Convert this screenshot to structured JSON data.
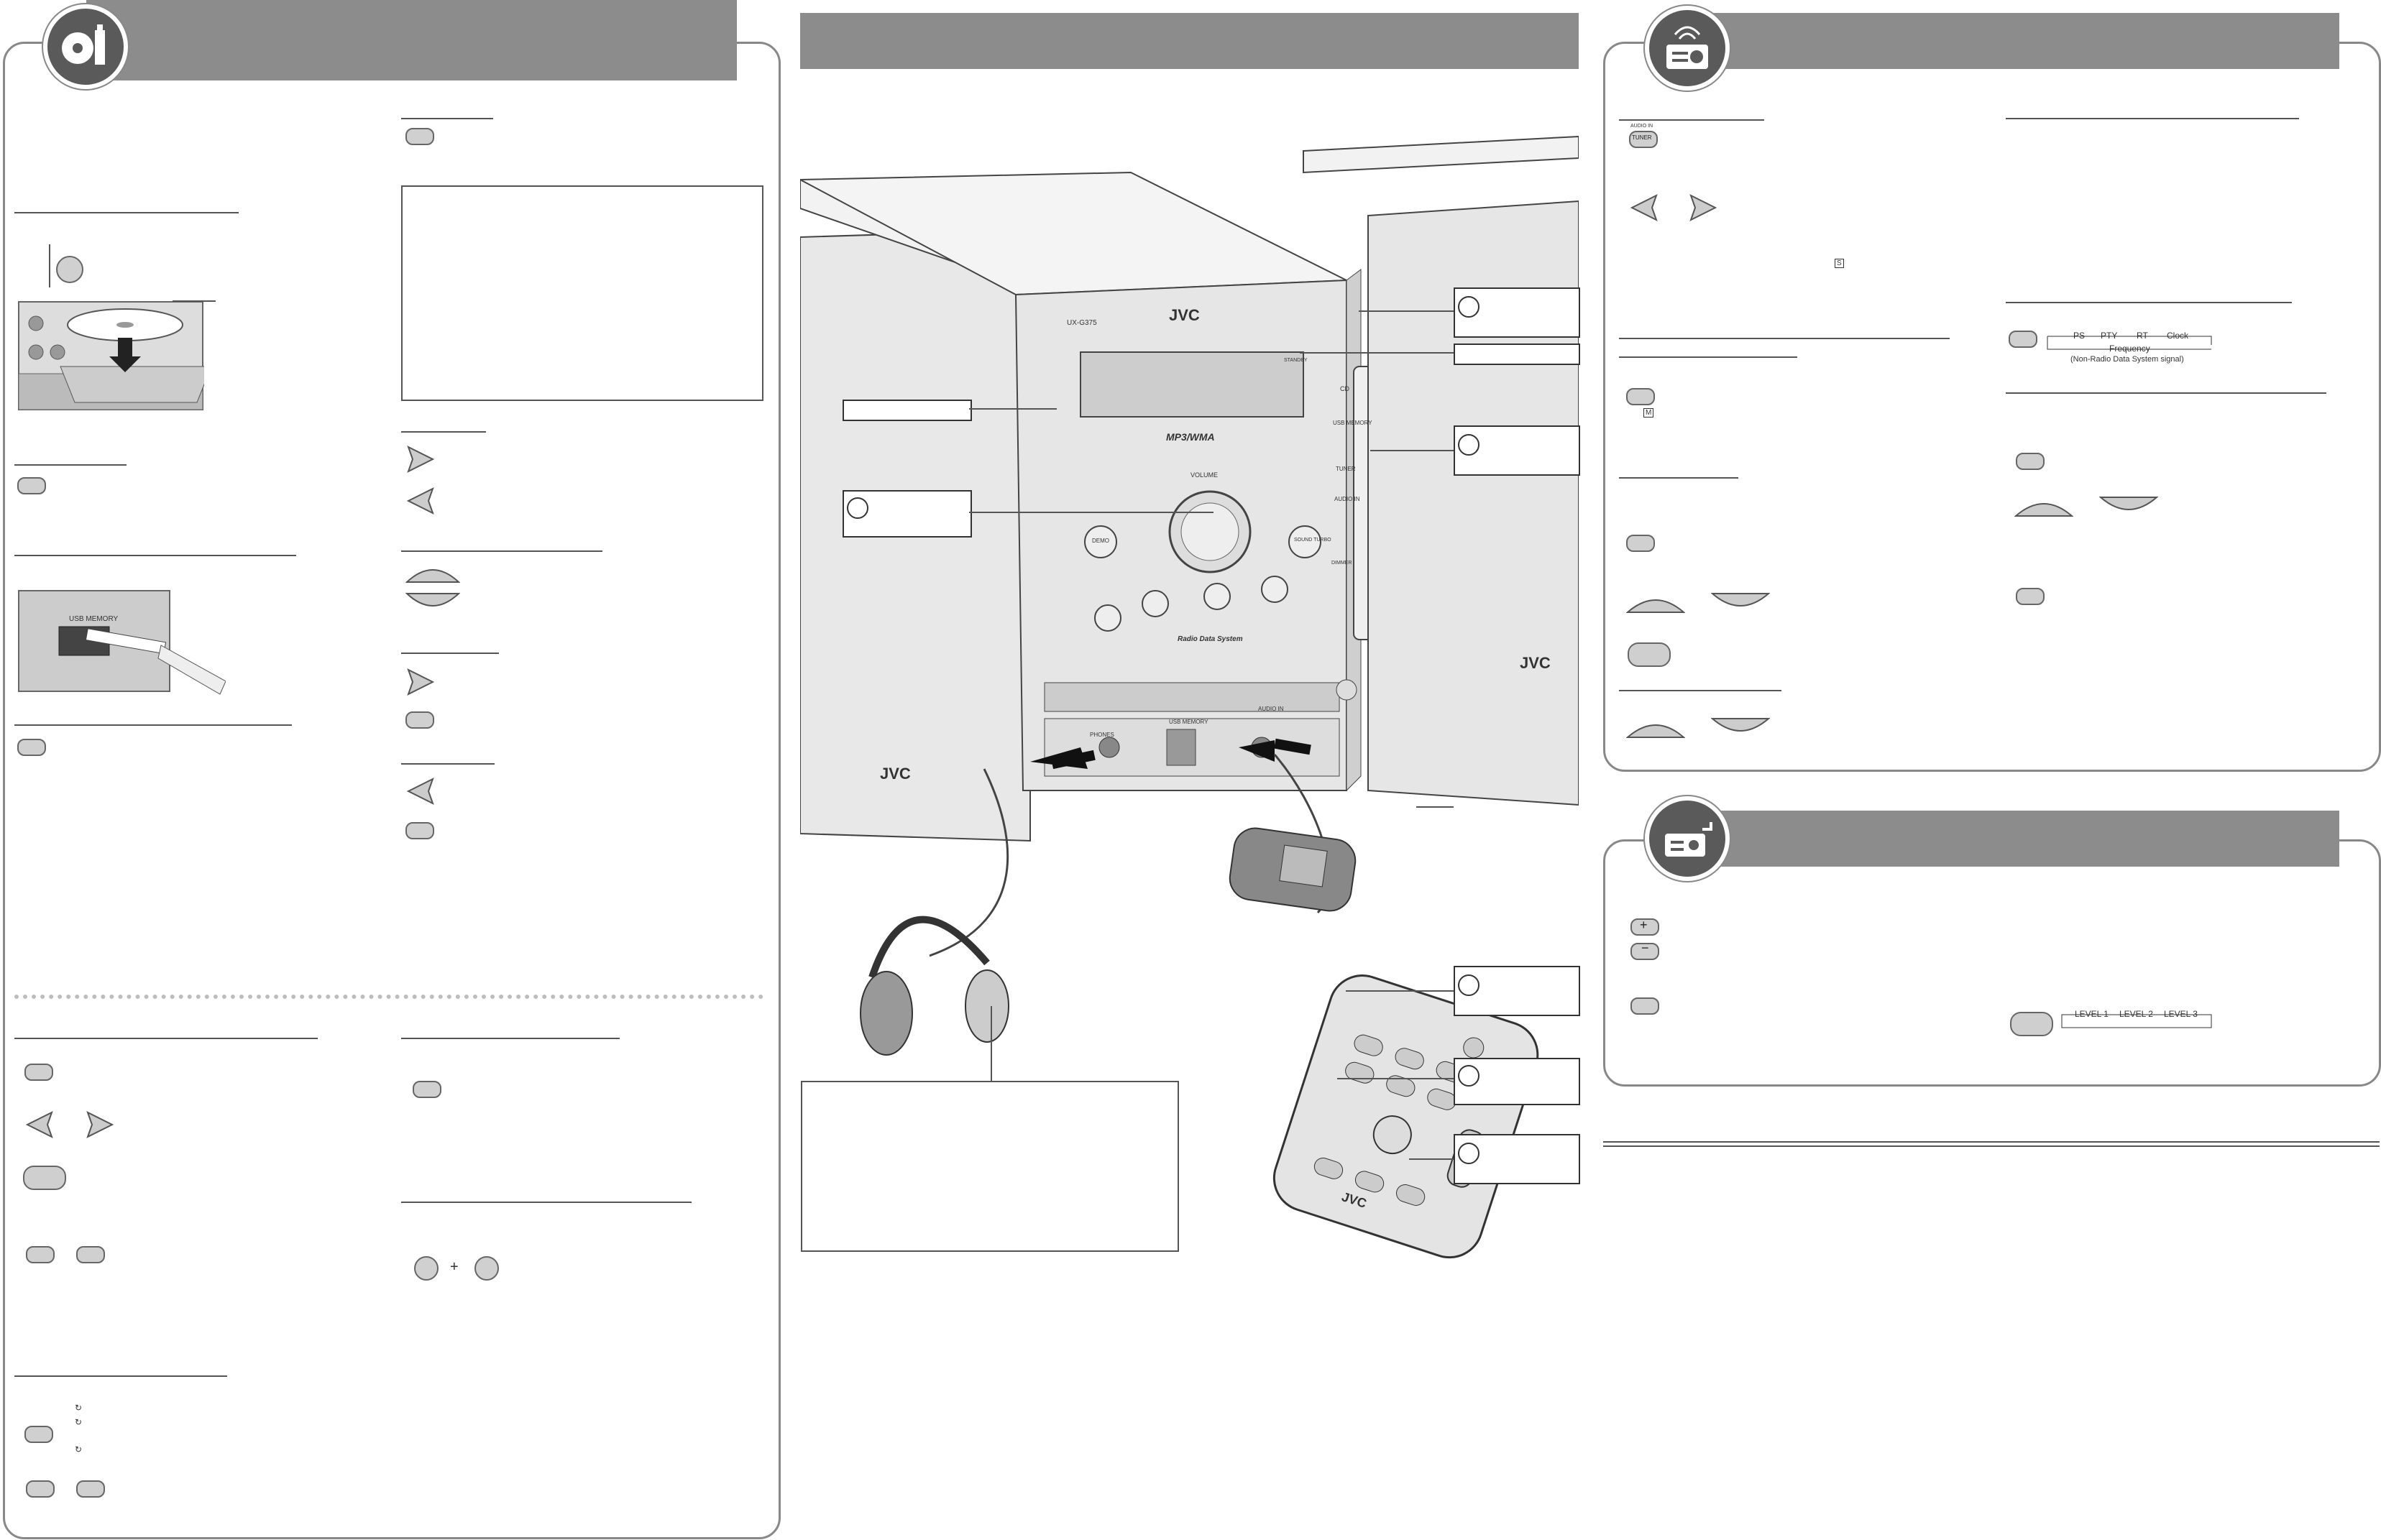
{
  "colors": {
    "header": "#8c8c8c",
    "icon_bg": "#5a5a5a",
    "panel_border": "#888888"
  },
  "icons": {
    "disc_usb": "disc-usb-icon",
    "radio": "radio-icon",
    "audio_in": "audio-in-icon"
  },
  "unit": {
    "brand": "JVC",
    "model": "UX-G375",
    "format_label": "MP3/WMA",
    "rds_label": "Radio Data System",
    "volume_label": "VOLUME",
    "usb_port_label": "USB MEMORY",
    "phones_label": "PHONES",
    "audio_in_label": "AUDIO IN",
    "source_buttons": [
      "CD",
      "USB MEMORY",
      "TUNER",
      "AUDIO IN"
    ],
    "demo_label": "DEMO",
    "sound_turbo_label": "SOUND TURBO",
    "dimmer_label": "DIMMER",
    "standby_label": "STANDBY"
  },
  "remote": {
    "brand": "JVC"
  },
  "usb_closeup": {
    "slot_label": "USB MEMORY"
  },
  "tuner": {
    "button_label": "TUNER",
    "small_label": "AUDIO IN",
    "rds_chain": [
      "PS",
      "PTY",
      "RT",
      "Clock"
    ],
    "rds_fallback": "Frequency",
    "rds_note": "(Non-Radio Data System signal)"
  },
  "dimmer": {
    "chain": [
      "LEVEL 1",
      "LEVEL 2",
      "LEVEL 3"
    ]
  },
  "indicators": {
    "s": "S",
    "m": "M"
  },
  "combo": {
    "plus": "+"
  }
}
